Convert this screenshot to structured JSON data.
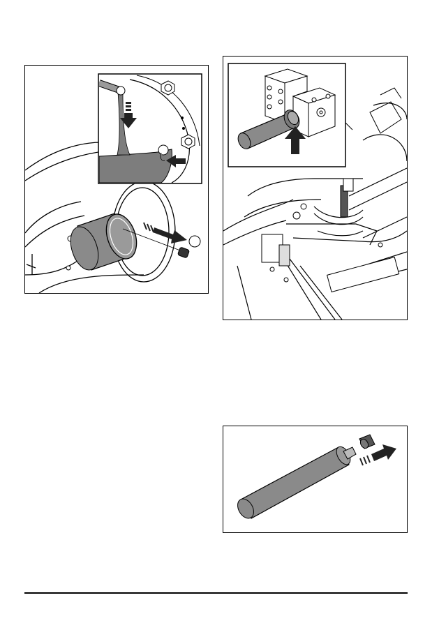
{
  "page": {
    "figures": [
      {
        "id": "fig1",
        "subject": "oil-drain-detail",
        "callout_marker": ""
      },
      {
        "id": "fig2",
        "subject": "oil-cartridge-install"
      },
      {
        "id": "fig3",
        "subject": "cartridge-cap-removal"
      }
    ],
    "colors": {
      "ink": "#000000",
      "fill_gray": "#8a8a8a",
      "oil_gray": "#7d7d7d",
      "paper": "#ffffff"
    }
  }
}
